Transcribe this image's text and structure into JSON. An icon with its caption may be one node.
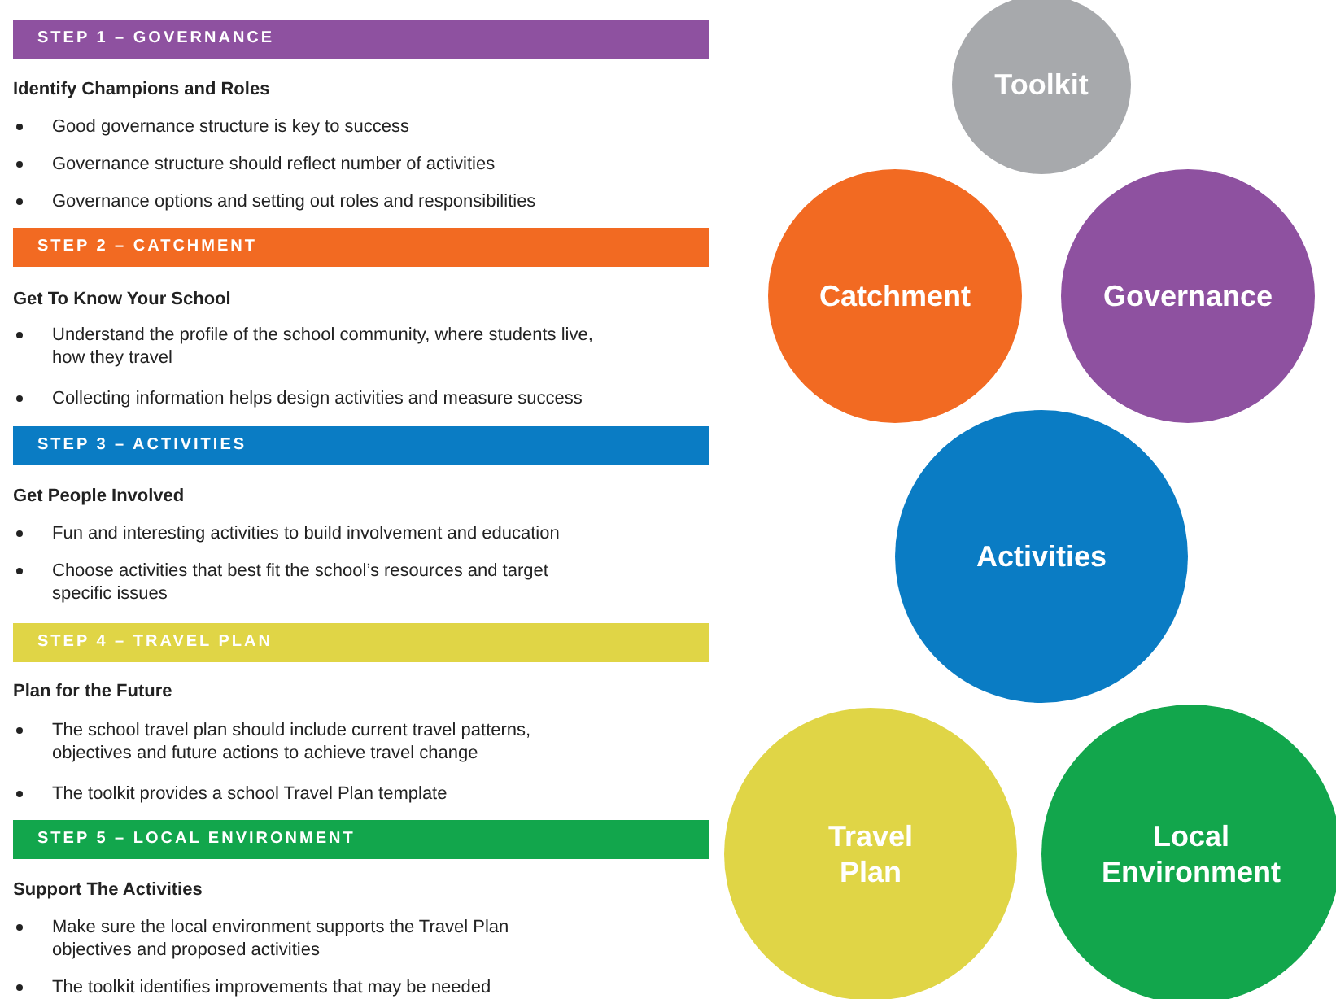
{
  "diagram": {
    "nodes": [
      {
        "text": [
          "STEP 1 – GOVERNANCE"
        ]
      },
      {
        "text": [
          "STEP 2 – CATCHMENT"
        ]
      },
      {
        "text": [
          "STEP 3 – ACTIVITIES"
        ]
      },
      {
        "text": [
          "STEP 4 – TRAVEL PLAN"
        ]
      },
      {
        "text": [
          "STEP 5 – LOCAL ENVIRONMENT"
        ]
      },
      {
        "text": [
          "Toolkit"
        ]
      },
      {
        "text": [
          "Catchment"
        ]
      },
      {
        "text": [
          "Governance"
        ]
      },
      {
        "text": [
          "Activities"
        ]
      },
      {
        "text": [
          "Travel Plan"
        ]
      },
      {
        "text": [
          "Local Environment"
        ]
      }
    ],
    "edges": [],
    "labels": [
      "Identify Champions and Roles",
      "Good governance structure is key to success",
      "Governance structure should reflect number of activities",
      "Governance options and setting out roles and responsibilities",
      "Get To Know Your School",
      "Understand the profile of the school community, where students live, how they travel",
      "Collecting information helps design activities and measure success",
      "Get People Involved",
      "Fun and interesting activities to build involvement and education",
      "Choose activities that best fit the school’s resources and target specific issues",
      "Plan for the Future",
      "The school travel plan should include current travel patterns, objectives and future actions to achieve travel change",
      "The toolkit provides a school Travel Plan template",
      "Support The Activities",
      "Make sure the local environment supports the Travel Plan objectives and proposed activities",
      "The toolkit identifies improvements that may be needed"
    ]
  }
}
